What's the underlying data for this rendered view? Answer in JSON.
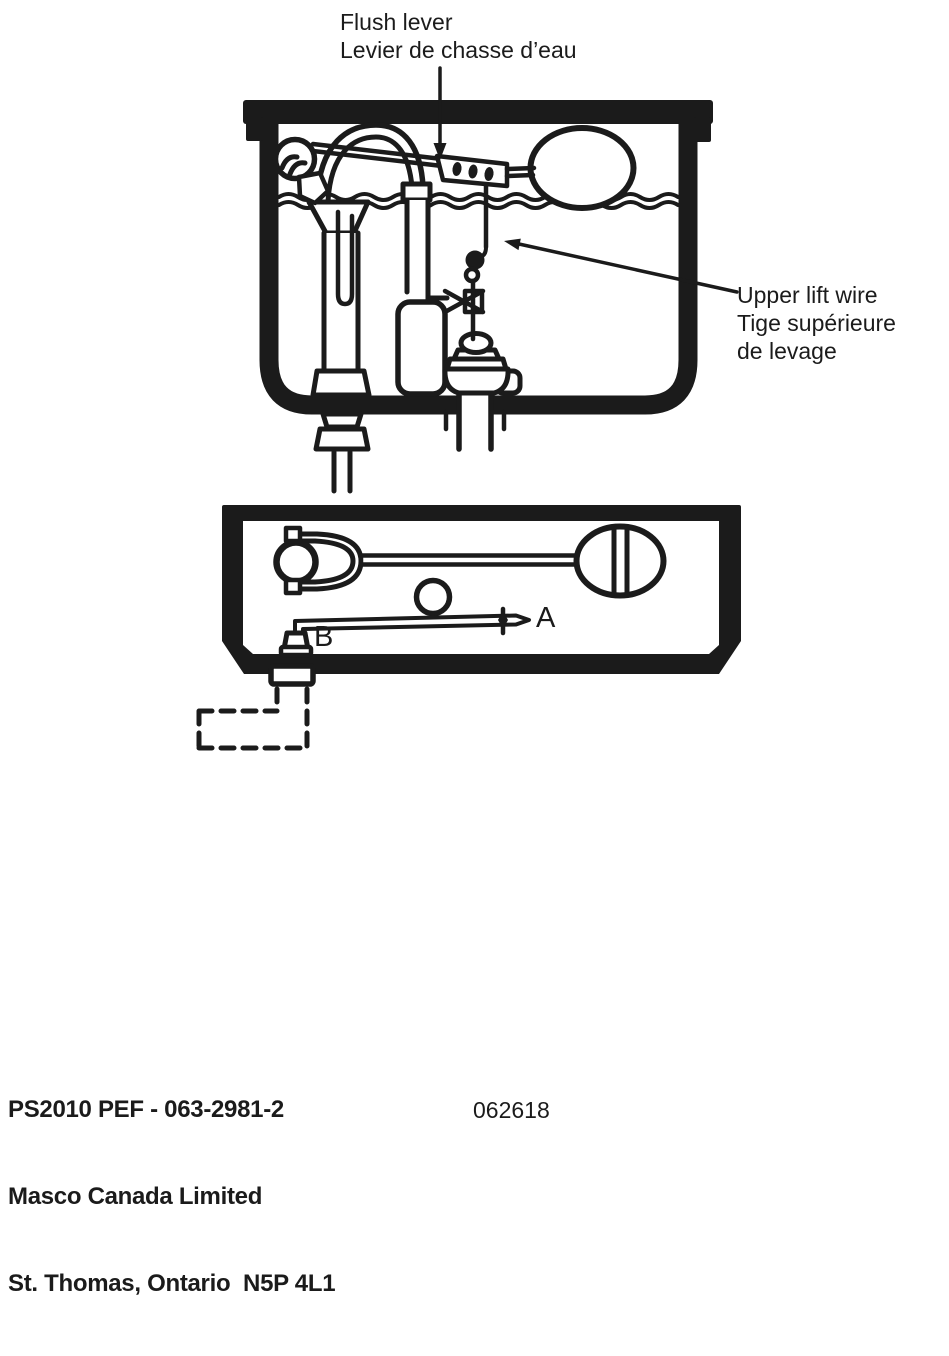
{
  "colors": {
    "ink": "#1b1b1b",
    "paper": "#ffffff"
  },
  "figure_tank_side": {
    "flush_lever_label_en": "Flush lever",
    "flush_lever_label_fr": "Levier de chasse d’eau",
    "upper_lift_wire_label_en": "Upper lift wire",
    "upper_lift_wire_label_fr1": "Tige supérieure",
    "upper_lift_wire_label_fr2": "de levage"
  },
  "figure_tank_top": {
    "point_a": "A",
    "point_b": "B"
  },
  "footer": {
    "part_number": "PS2010 PEF - 063-2981-2",
    "company": "Masco Canada Limited",
    "address": "St. Thomas, Ontario  N5P 4L1",
    "doc_code": "062618"
  }
}
